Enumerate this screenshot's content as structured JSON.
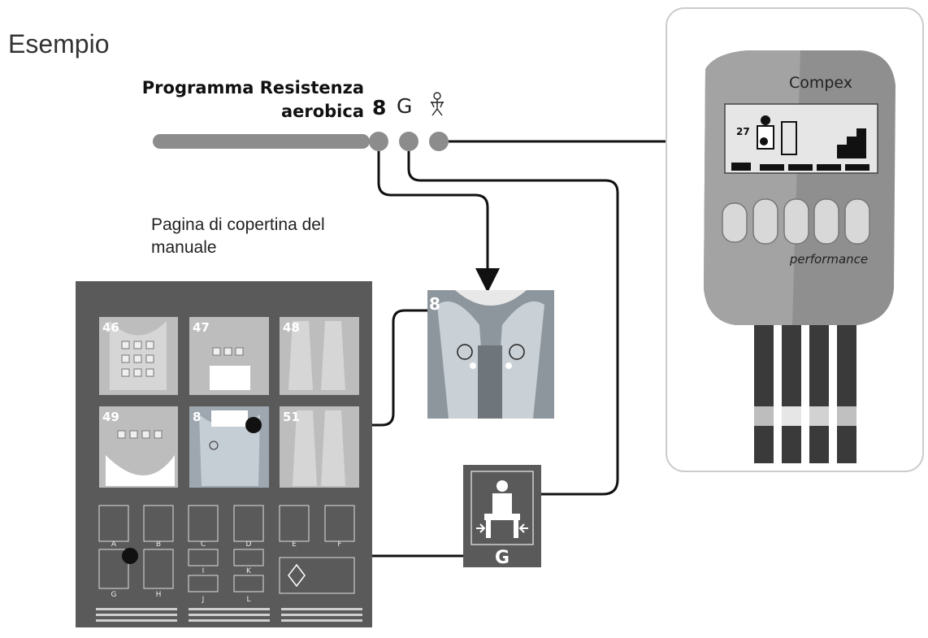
{
  "title": "Esempio",
  "program": {
    "line1": "Programma Resistenza",
    "line2": "aerobica",
    "placement_number": "8",
    "position_letter": "G"
  },
  "cover": {
    "label_line1": "Pagina di copertina del",
    "label_line2": "manuale",
    "placements": [
      {
        "number": "46"
      },
      {
        "number": "47"
      },
      {
        "number": "48"
      },
      {
        "number": "49"
      },
      {
        "number": "8"
      },
      {
        "number": "51"
      }
    ],
    "positions": [
      "A",
      "B",
      "C",
      "D",
      "E",
      "F",
      "G",
      "H",
      "I",
      "J",
      "K",
      "L"
    ]
  },
  "zoom": {
    "placement_number": "8",
    "position_letter": "G"
  },
  "device": {
    "brand": "Compex",
    "model": "performance",
    "screen_number": "27"
  },
  "colors": {
    "line": "#111111",
    "connector": "#8c8c8c",
    "panel": "#5a5a5a"
  }
}
